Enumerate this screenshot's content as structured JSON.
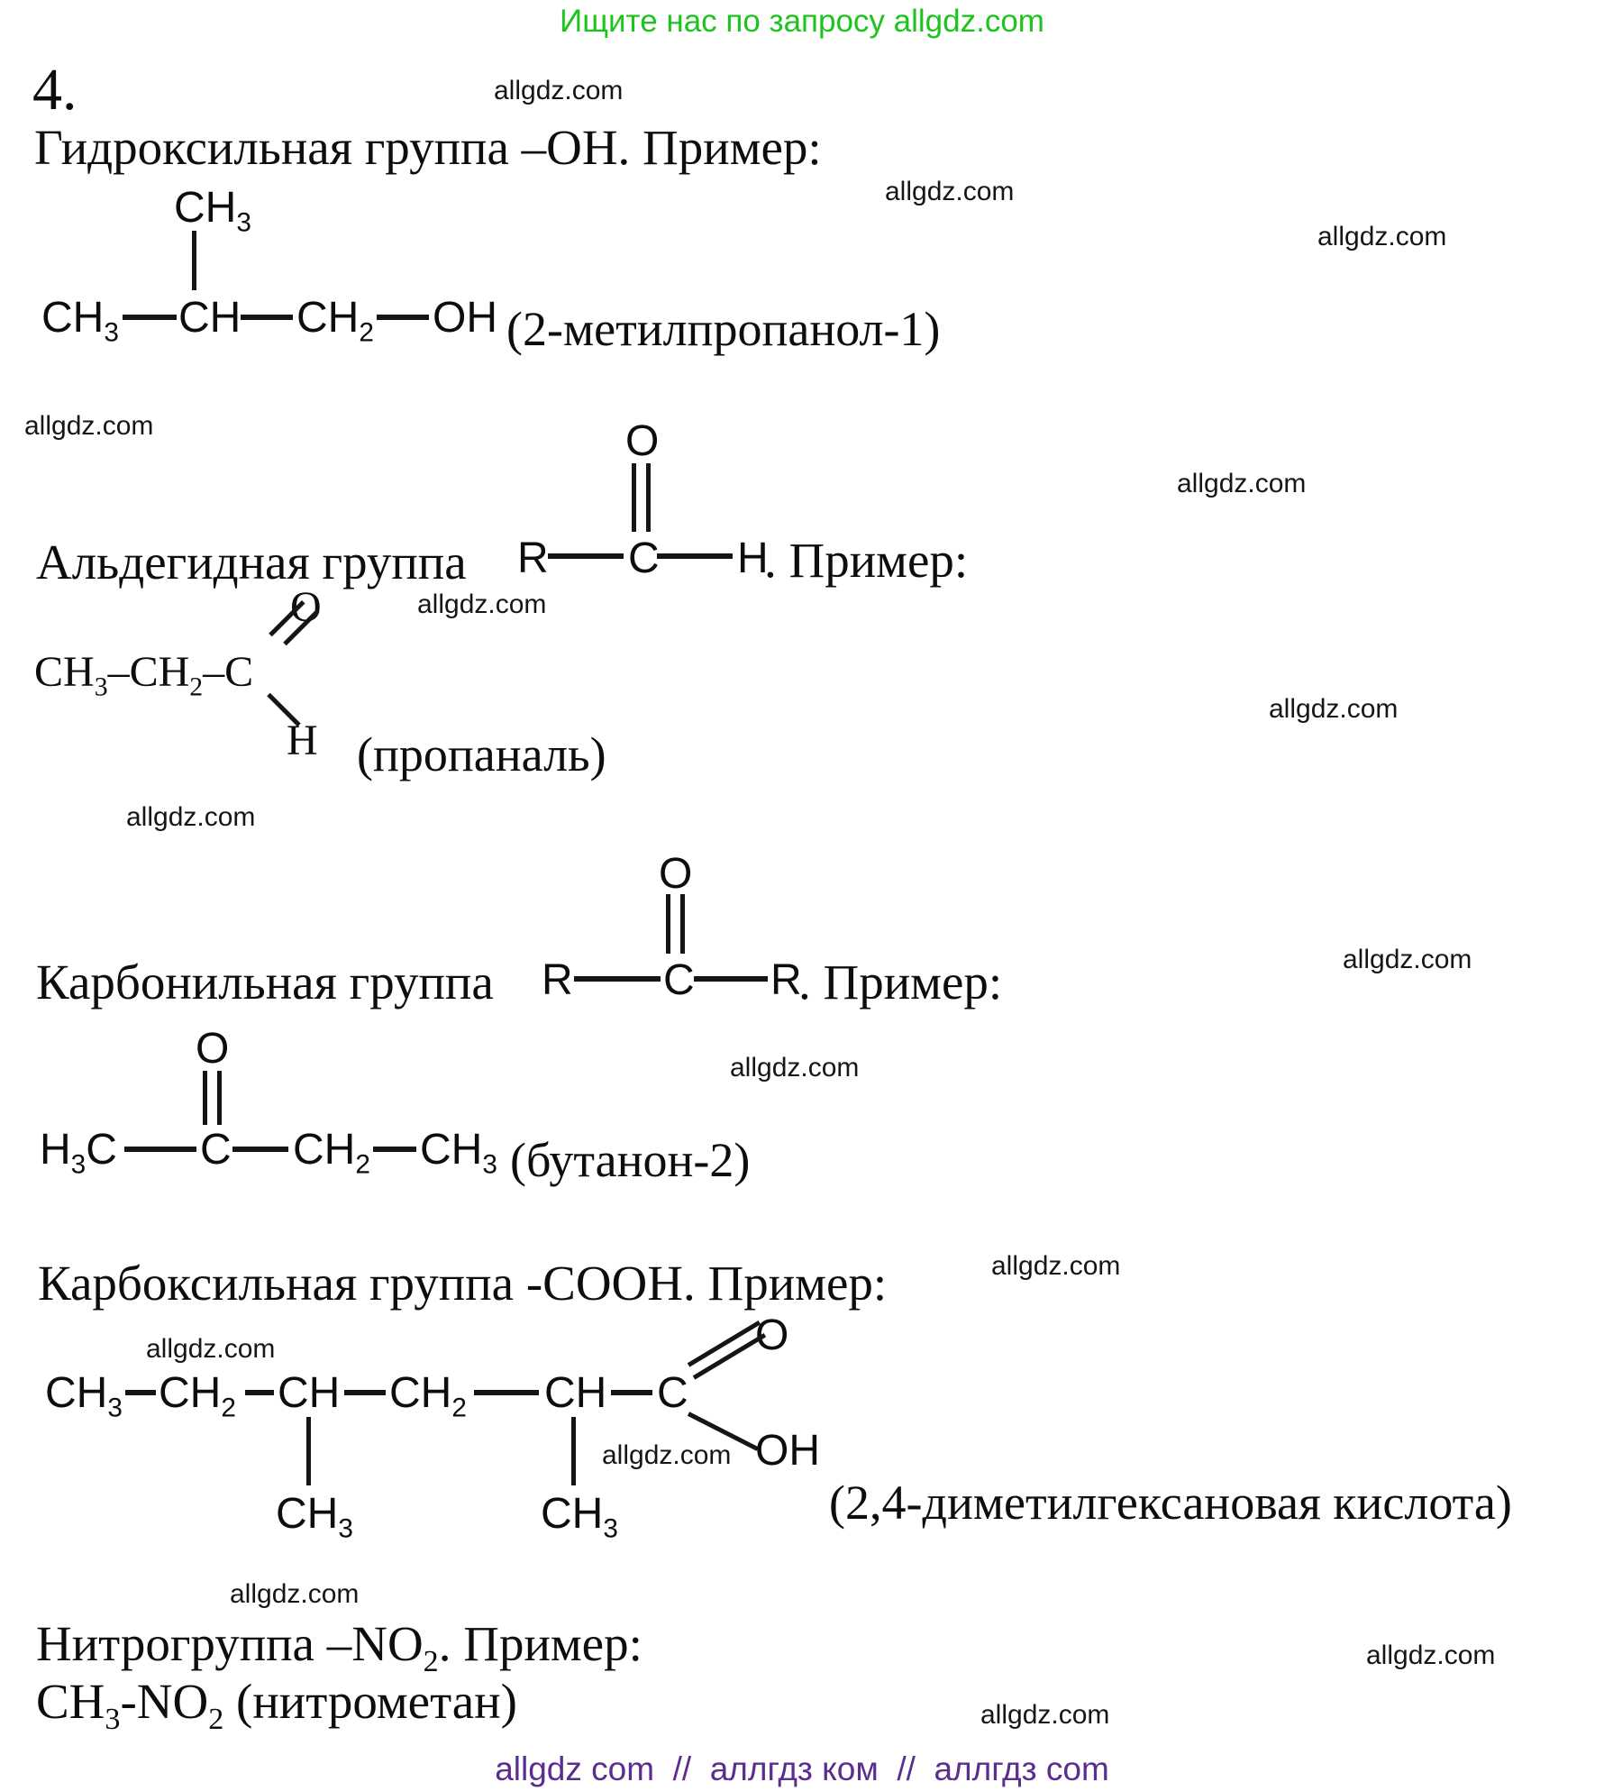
{
  "page": {
    "banner": "Ищите нас по запросу allgdz.com",
    "banner_color": "#1ec41e",
    "footer": "allgdz com  //  аллгдз ком  //  аллгдз com",
    "footer_color": "#5b2d8f",
    "watermark": "allgdz.com",
    "item_number": "4."
  },
  "hydroxyl": {
    "title": "Гидроксильная группа –ОН. Пример:",
    "example_name": "(2-метилпропанол-1)",
    "branch_ch3": [
      {
        "t": "CH"
      },
      {
        "s": "3"
      }
    ],
    "ch3": [
      {
        "t": "CH"
      },
      {
        "s": "3"
      }
    ],
    "ch": [
      {
        "t": "CH"
      }
    ],
    "ch2": [
      {
        "t": "CH"
      },
      {
        "s": "2"
      }
    ],
    "oh": [
      {
        "t": "OH"
      }
    ]
  },
  "aldehyde": {
    "title": "Альдегидная группа",
    "after": ". Пример:",
    "o": "O",
    "r": "R",
    "c": "C",
    "h": "H",
    "example_formula": [
      {
        "t": "CH"
      },
      {
        "s": "3"
      },
      {
        "t": "–CH"
      },
      {
        "s": "2"
      },
      {
        "t": "–C"
      }
    ],
    "example_o": "O",
    "example_h": "H",
    "example_name": "(пропаналь)"
  },
  "carbonyl": {
    "title": "Карбонильная группа",
    "after": ". Пример:",
    "o": "O",
    "r1": "R",
    "c": "C",
    "r2": "R",
    "example_o": "O",
    "h3c": [
      {
        "t": "H"
      },
      {
        "s": "3"
      },
      {
        "t": "C"
      }
    ],
    "c2": [
      {
        "t": "C"
      }
    ],
    "ch2": [
      {
        "t": "CH"
      },
      {
        "s": "2"
      }
    ],
    "ch3": [
      {
        "t": "CH"
      },
      {
        "s": "3"
      }
    ],
    "example_name": "(бутанон-2)"
  },
  "carboxyl": {
    "title": "Карбоксильная группа -СООН. Пример:",
    "a1": [
      {
        "t": "CH"
      },
      {
        "s": "3"
      }
    ],
    "a2": [
      {
        "t": "CH"
      },
      {
        "s": "2"
      }
    ],
    "a3": [
      {
        "t": "CH"
      }
    ],
    "a4": [
      {
        "t": "CH"
      },
      {
        "s": "2"
      }
    ],
    "a5": [
      {
        "t": "CH"
      }
    ],
    "a6": [
      {
        "t": "C"
      }
    ],
    "o": "O",
    "oh": "OH",
    "branch1": [
      {
        "t": "CH"
      },
      {
        "s": "3"
      }
    ],
    "branch2": [
      {
        "t": "CH"
      },
      {
        "s": "3"
      }
    ],
    "example_name": "(2,4-диметилгексановая кислота)"
  },
  "nitro": {
    "title": [
      {
        "t": "Нитрогруппа –NO"
      },
      {
        "s": "2"
      },
      {
        "t": ". Пример:"
      }
    ],
    "formula": [
      {
        "t": "CH"
      },
      {
        "s": "3"
      },
      {
        "t": "-NO"
      },
      {
        "s": "2"
      },
      {
        "t": " (нитрометан)"
      }
    ]
  }
}
